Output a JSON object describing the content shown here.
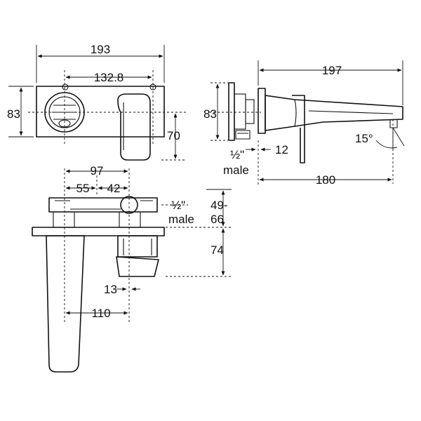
{
  "front_view": {
    "overall_width": "193",
    "centres_width": "132.8",
    "height": "83",
    "lever_offset": "70"
  },
  "side_view": {
    "overall_length": "197",
    "height": "83",
    "depth": "12",
    "thread": "½\"",
    "thread_type": "male",
    "spout_projection": "180",
    "angle": "15°"
  },
  "top_view": {
    "total": "97",
    "left": "55",
    "right": "42",
    "thread": "½\"",
    "thread_type": "male",
    "range_top": "49-",
    "range_bottom": "66",
    "body_depth": "74",
    "offset": "13",
    "spout_reach": "110"
  }
}
